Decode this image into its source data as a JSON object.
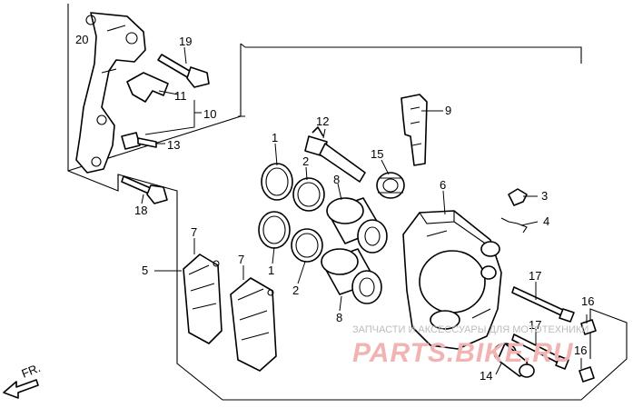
{
  "callouts": {
    "c1a": "1",
    "c1b": "1",
    "c2a": "2",
    "c2b": "2",
    "c3": "3",
    "c4": "4",
    "c5": "5",
    "c6": "6",
    "c7a": "7",
    "c7b": "7",
    "c8a": "8",
    "c8b": "8",
    "c9": "9",
    "c10": "10",
    "c11": "11",
    "c12": "12",
    "c13": "13",
    "c14": "14",
    "c15": "15",
    "c16a": "16",
    "c16b": "16",
    "c17a": "17",
    "c17b": "17",
    "c18": "18",
    "c19": "19",
    "c20": "20"
  },
  "direction_label": "FR.",
  "watermark": {
    "top": "ЗАПЧАСТИ И АКСЕССУАРЫ ДЛЯ МОТОТЕХНИКИ",
    "main": "PARTS.BIKE.RU"
  }
}
